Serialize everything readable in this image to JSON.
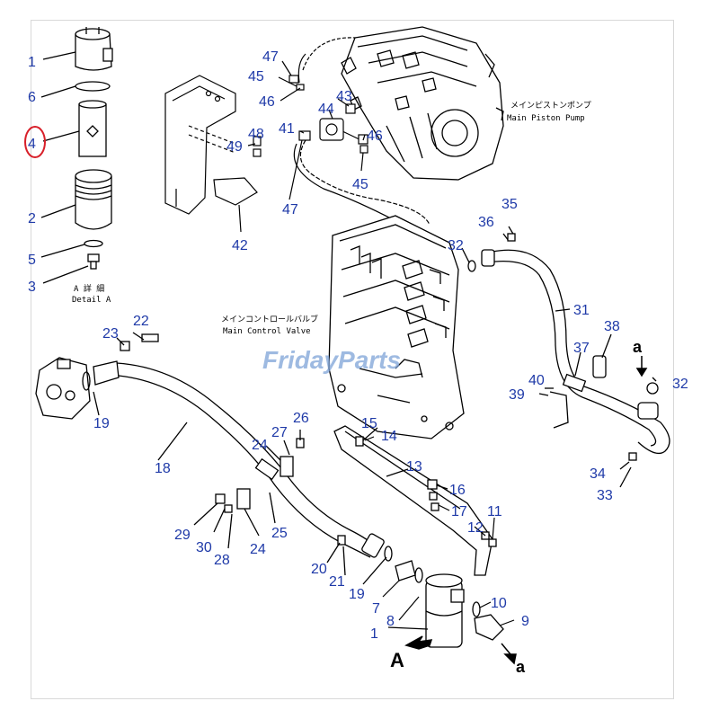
{
  "callouts": {
    "c1a": "1",
    "c6a": "6",
    "c4a": "4",
    "c2a": "2",
    "c5a": "5",
    "c3a": "3",
    "c47a": "47",
    "c45a": "45",
    "c46a": "46",
    "c43": "43",
    "c44": "44",
    "c41": "41",
    "c46b": "46",
    "c48": "48",
    "c49": "49",
    "c45b": "45",
    "c47b": "47",
    "c42": "42",
    "c35": "35",
    "c36": "36",
    "c32a": "32",
    "c31": "31",
    "c38": "38",
    "c37": "37",
    "c32b": "32",
    "c40": "40",
    "c39": "39",
    "c34": "34",
    "c33": "33",
    "c22": "22",
    "c23": "23",
    "c19a": "19",
    "c18": "18",
    "c26": "26",
    "c27": "27",
    "c24a": "24",
    "c25": "25",
    "c24b": "24",
    "c29": "29",
    "c30": "30",
    "c28": "28",
    "c15": "15",
    "c14": "14",
    "c13": "13",
    "c16": "16",
    "c17": "17",
    "c12": "12",
    "c11": "11",
    "c20": "20",
    "c21": "21",
    "c19b": "19",
    "c7": "7",
    "c8": "8",
    "c1b": "1",
    "c10": "10",
    "c9": "9"
  },
  "notes": {
    "detail_jp": "A 詳 細",
    "detail_en": "Detail A",
    "pump_jp": "メインピストンポンプ",
    "pump_en": "Main Piston Pump",
    "valve_jp": "メインコントロールバルブ",
    "valve_en": "Main Control Valve"
  },
  "markers": {
    "arrow_A": "A",
    "arrow_a1": "a",
    "arrow_a2": "a"
  },
  "watermark": "FridayParts",
  "highlight": {
    "callout": "4",
    "color": "#d8202a"
  },
  "colors": {
    "callout": "#1f3aa8",
    "line": "#000000"
  }
}
